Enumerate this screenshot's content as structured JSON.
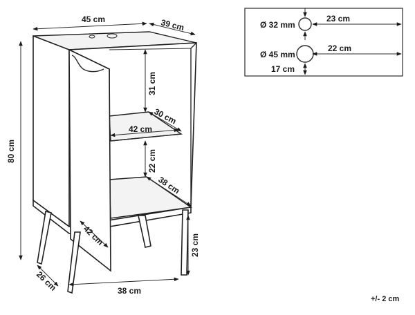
{
  "dimensions": {
    "width": "45 cm",
    "depth": "39 cm",
    "height": "80 cm",
    "upper_compartment": "31 cm",
    "shelf_depth": "30 cm",
    "shelf_width": "42 cm",
    "lower_compartment": "22 cm",
    "inner_depth": "38 cm",
    "door_width": "42 cm",
    "leg_height": "23 cm",
    "leg_depth": "26 cm",
    "base_width": "38 cm"
  },
  "holes": {
    "hole1_diameter": "Ø 32 mm",
    "hole1_offset": "23 cm",
    "hole2_diameter": "Ø 45 mm",
    "hole2_offset": "22 cm",
    "hole2_depth": "17 cm"
  },
  "tolerance": "+/- 2 cm"
}
